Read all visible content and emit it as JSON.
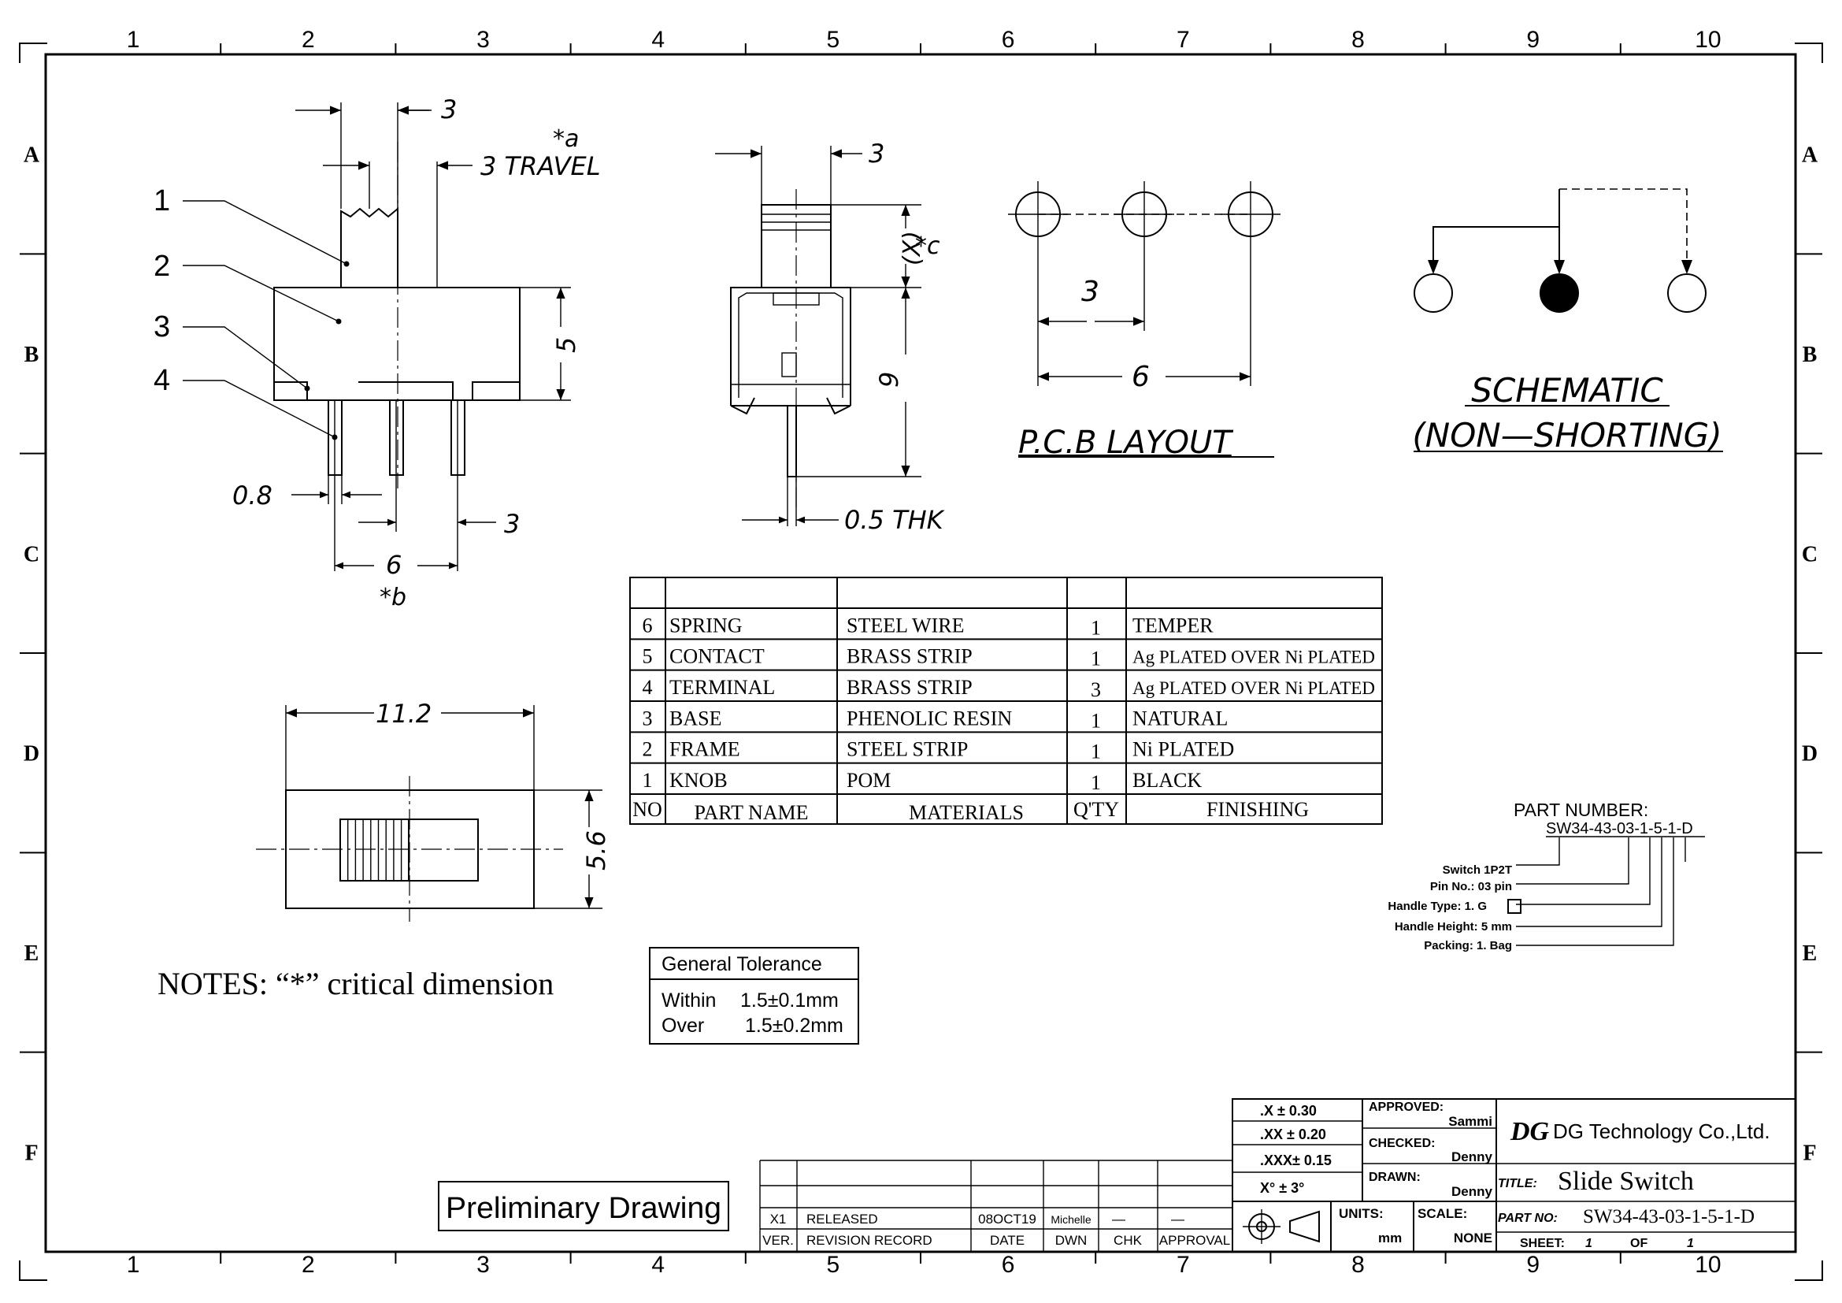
{
  "border": {
    "columns": [
      "1",
      "2",
      "3",
      "4",
      "5",
      "6",
      "7",
      "8",
      "9",
      "10"
    ],
    "rows": [
      "A",
      "B",
      "C",
      "D",
      "E",
      "F"
    ]
  },
  "side_view": {
    "callouts": [
      "1",
      "2",
      "3",
      "4"
    ],
    "dim_knob": "3",
    "note_a": "*a",
    "dim_travel": "3  TRAVEL",
    "dim_height": "5",
    "dim_pin_width": "0.8",
    "dim_pitch": "3",
    "dim_span": "6",
    "note_b": "*b"
  },
  "end_view": {
    "dim_knob": "3",
    "dim_x": "(X)",
    "note_c": "*c",
    "dim_height": "9",
    "dim_thk": "0.5  THK"
  },
  "top_view": {
    "dim_length": "11.2",
    "dim_width": "5.6"
  },
  "pcb": {
    "dim_pitch": "3",
    "dim_span": "6",
    "title": "P.C.B  LAYOUT"
  },
  "schematic": {
    "title": "SCHEMATIC",
    "subtitle": "(NON—SHORTING)"
  },
  "bom": {
    "headers": [
      "NO",
      "PART  NAME",
      "MATERIALS",
      "Q'TY",
      "FINISHING"
    ],
    "rows": [
      {
        "no": "6",
        "part": "SPRING",
        "material": "STEEL WIRE",
        "qty": "1",
        "finish": "TEMPER"
      },
      {
        "no": "5",
        "part": "CONTACT",
        "material": "BRASS STRIP",
        "qty": "1",
        "finish": "Ag PLATED OVER Ni PLATED"
      },
      {
        "no": "4",
        "part": "TERMINAL",
        "material": "BRASS STRIP",
        "qty": "3",
        "finish": "Ag PLATED OVER Ni PLATED"
      },
      {
        "no": "3",
        "part": "BASE",
        "material": "PHENOLIC  RESIN",
        "qty": "1",
        "finish": "NATURAL"
      },
      {
        "no": "2",
        "part": "FRAME",
        "material": "STEEL STRIP",
        "qty": "1",
        "finish": "Ni PLATED"
      },
      {
        "no": "1",
        "part": "KNOB",
        "material": "POM",
        "qty": "1",
        "finish": "BLACK"
      }
    ]
  },
  "part_number": {
    "label": "PART  NUMBER:",
    "code": "SW34-43-03-1-5-1-D",
    "legend": [
      "Switch 1P2T",
      "Pin No.: 03 pin",
      "Handle Type: 1. G",
      "Handle Height: 5 mm",
      "Packing: 1. Bag"
    ]
  },
  "notes": "NOTES:  “*” critical dimension",
  "tolerance": {
    "title": "General Tolerance",
    "rows": [
      {
        "label": "Within",
        "value": "1.5±0.1mm"
      },
      {
        "label": "Over",
        "value": "1.5±0.2mm"
      }
    ]
  },
  "preliminary": "Preliminary Drawing",
  "revision": {
    "row": {
      "ver": "X1",
      "record": "RELEASED",
      "date": "08OCT19",
      "dwn": "Michelle",
      "chk": "—",
      "approval": "—"
    },
    "headers": {
      "ver": "VER.",
      "record": "REVISION  RECORD",
      "date": "DATE",
      "dwn": "DWN",
      "chk": "CHK",
      "approval": "APPROVAL"
    }
  },
  "title_block": {
    "tolerances": [
      ".X    ± 0.30",
      ".XX  ± 0.20",
      ".XXX± 0.15",
      "X°  ±  3°"
    ],
    "approved_label": "APPROVED:",
    "approved_name": "Sammi",
    "checked_label": "CHECKED:",
    "checked_name": "Denny",
    "drawn_label": "DRAWN:",
    "drawn_name": "Denny",
    "company_logo": "DG",
    "company": "DG Technology Co.,Ltd.",
    "title_label": "TITLE:",
    "title": "Slide  Switch",
    "units_label": "UNITS:",
    "units": "mm",
    "scale_label": "SCALE:",
    "scale": "NONE",
    "part_no_label": "PART  NO:",
    "part_no": "SW34-43-03-1-5-1-D",
    "sheet_label": "SHEET:",
    "sheet": "1",
    "of_label": "OF",
    "of": "1"
  }
}
